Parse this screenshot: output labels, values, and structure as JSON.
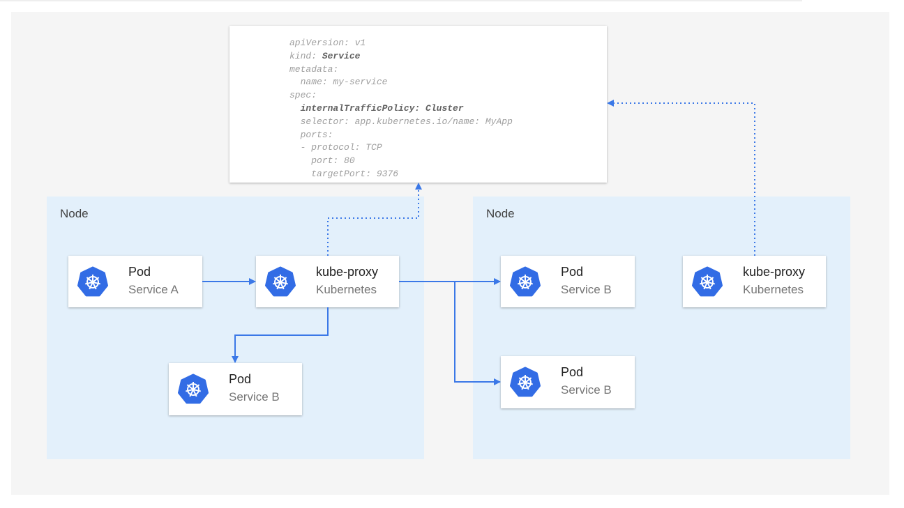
{
  "yaml": {
    "lines": [
      {
        "indent": 0,
        "key": "apiVersion:",
        "value": " v1",
        "bold": false
      },
      {
        "indent": 0,
        "key": "kind:",
        "value": " Service",
        "bold": "value"
      },
      {
        "indent": 0,
        "key": "metadata:",
        "value": "",
        "bold": false
      },
      {
        "indent": 1,
        "key": "name:",
        "value": " my-service",
        "bold": false
      },
      {
        "indent": 0,
        "key": "spec:",
        "value": "",
        "bold": false
      },
      {
        "indent": 1,
        "key": "internalTrafficPolicy:",
        "value": " Cluster",
        "bold": "all"
      },
      {
        "indent": 1,
        "key": "selector:",
        "value": " app.kubernetes.io/name: MyApp",
        "bold": false
      },
      {
        "indent": 1,
        "key": "ports:",
        "value": "",
        "bold": false
      },
      {
        "indent": 1,
        "key": "- protocol:",
        "value": " TCP",
        "bold": false
      },
      {
        "indent": 2,
        "key": "port:",
        "value": " 80",
        "bold": false
      },
      {
        "indent": 2,
        "key": "targetPort:",
        "value": " 9376",
        "bold": false
      }
    ]
  },
  "nodes": [
    {
      "label": "Node"
    },
    {
      "label": "Node"
    }
  ],
  "cards": {
    "pod_a": {
      "title": "Pod",
      "subtitle": "Service A",
      "icon": "kubernetes-icon"
    },
    "proxy_1": {
      "title": "kube-proxy",
      "subtitle": "Kubernetes",
      "icon": "kubernetes-icon"
    },
    "pod_b_left": {
      "title": "Pod",
      "subtitle": "Service B",
      "icon": "kubernetes-icon"
    },
    "pod_b_right_1": {
      "title": "Pod",
      "subtitle": "Service B",
      "icon": "kubernetes-icon"
    },
    "pod_b_right_2": {
      "title": "Pod",
      "subtitle": "Service B",
      "icon": "kubernetes-icon"
    },
    "proxy_2": {
      "title": "kube-proxy",
      "subtitle": "Kubernetes",
      "icon": "kubernetes-icon"
    }
  },
  "colors": {
    "arrow": "#3b78e7",
    "icon": "#326ce5",
    "node_bg": "#e3f0fb",
    "panel_bg": "#f5f5f5"
  }
}
